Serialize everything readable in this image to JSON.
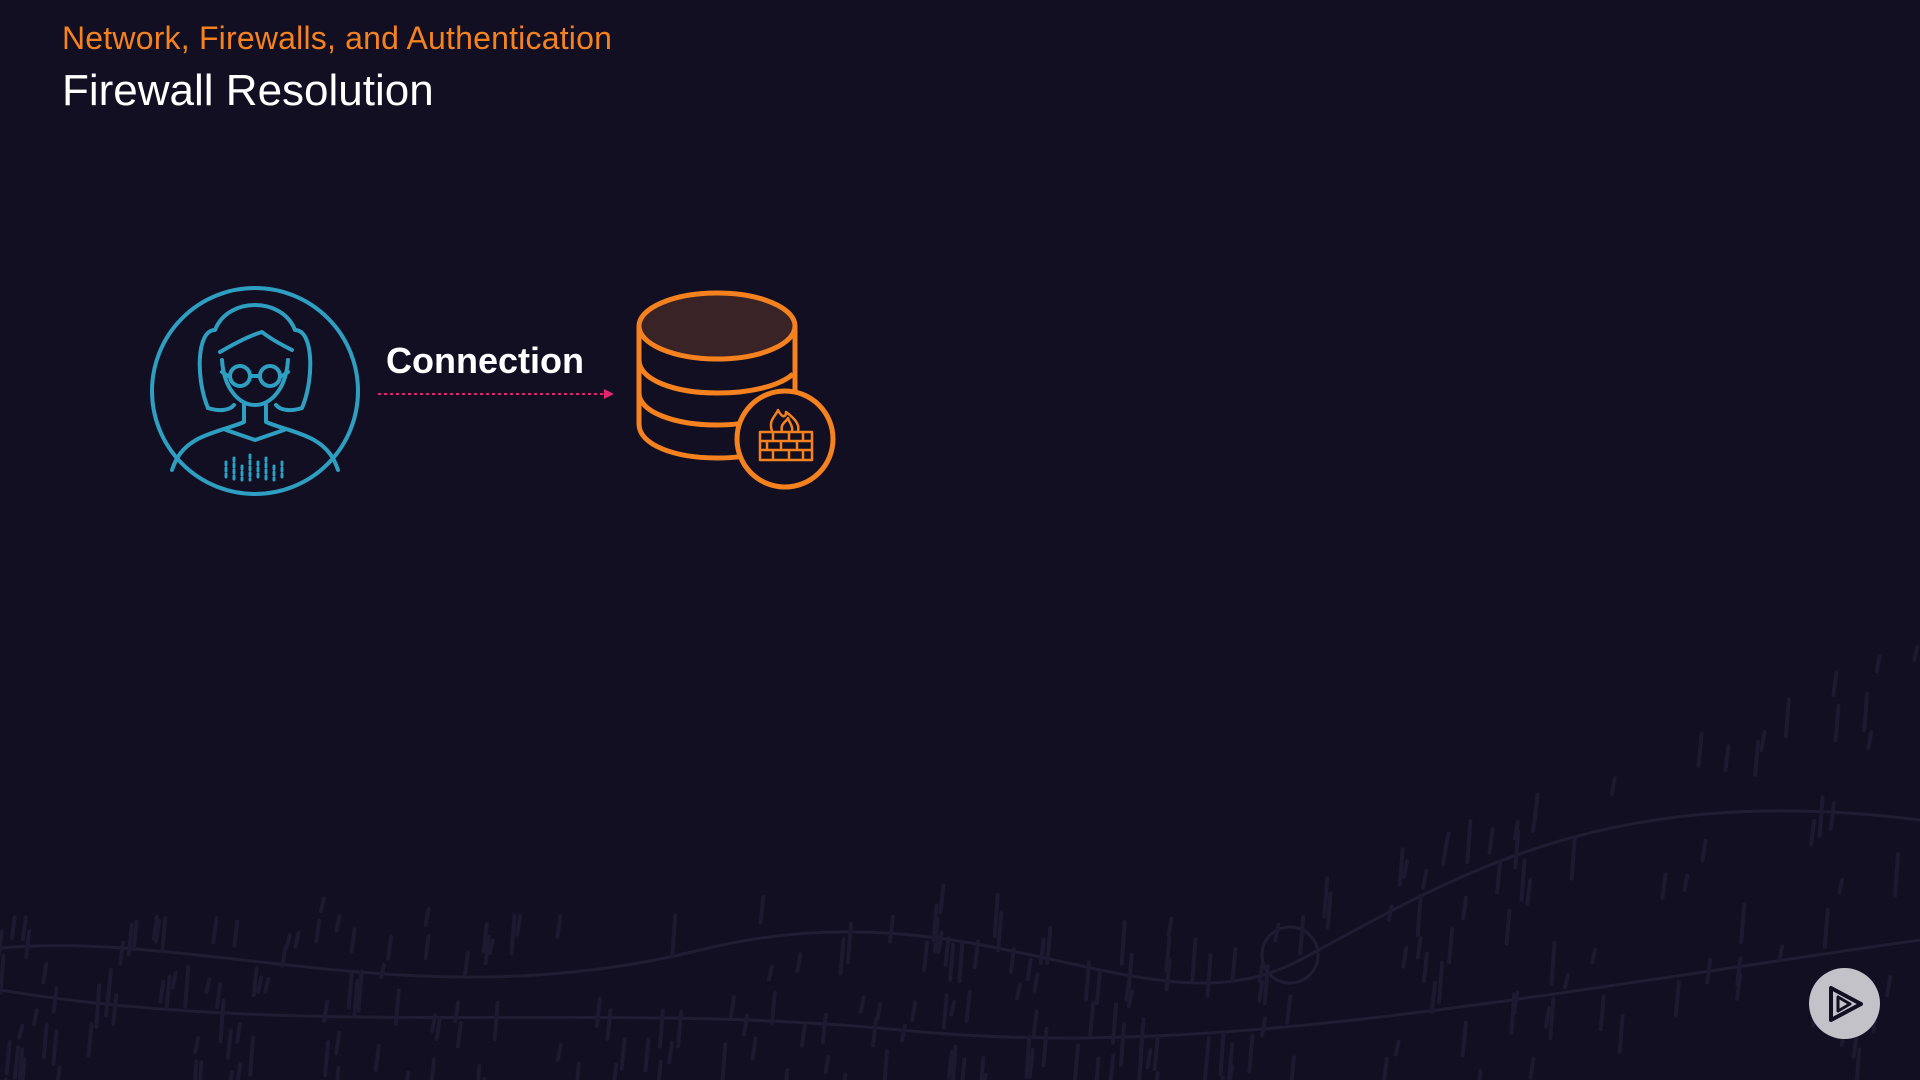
{
  "header": {
    "section": "Network, Firewalls, and Authentication",
    "title": "Firewall Resolution"
  },
  "diagram": {
    "connection_label": "Connection",
    "nodes": [
      {
        "name": "user",
        "icon": "user-woman-icon",
        "color": "#2e9ec1"
      },
      {
        "name": "database-with-firewall",
        "icon": "database-firewall-icon",
        "color": "#f5821f"
      }
    ],
    "edge": {
      "from": "user",
      "to": "database-with-firewall",
      "style": "dotted",
      "color": "#e0266e"
    }
  },
  "colors": {
    "background": "#120f22",
    "accent": "#f5821f",
    "user": "#2e9ec1",
    "arrow": "#e0266e"
  },
  "branding": {
    "logo_icon": "play-logo-icon"
  }
}
